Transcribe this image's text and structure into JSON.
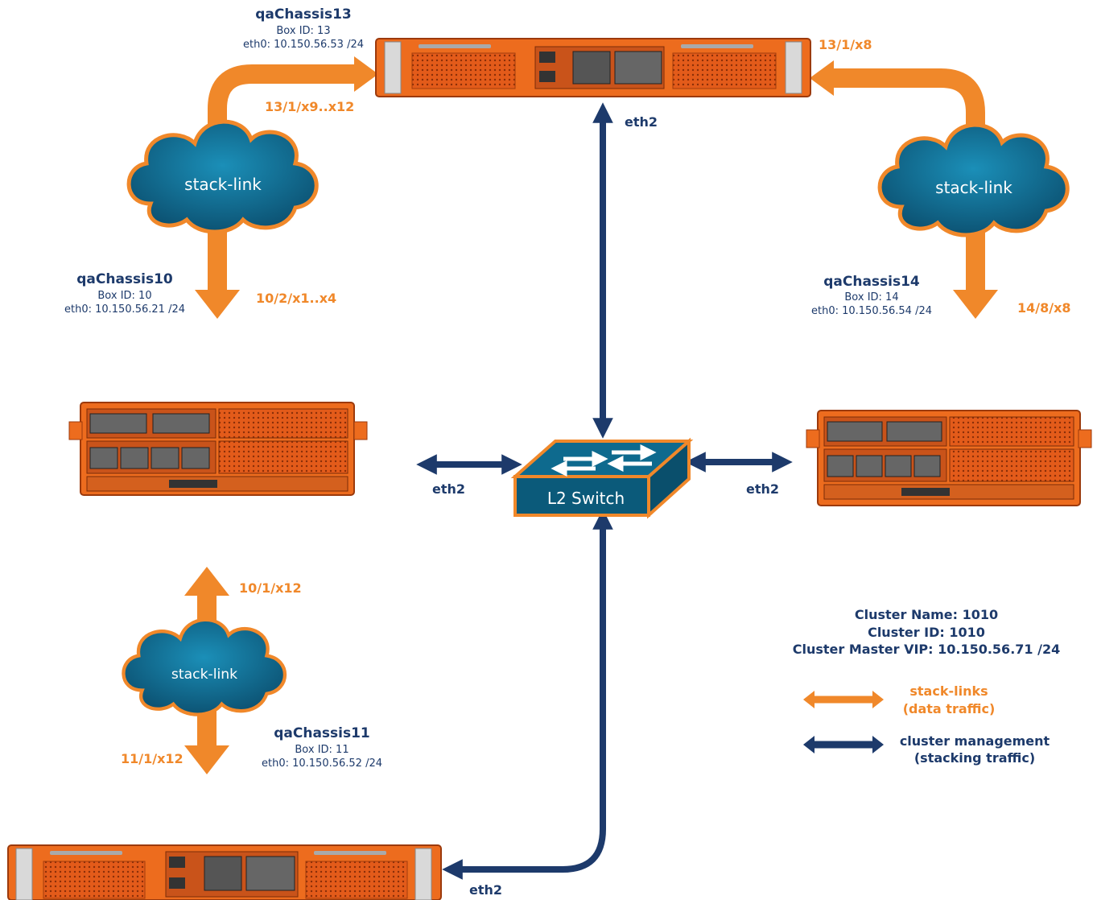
{
  "chassis": {
    "c13": {
      "name": "qaChassis13",
      "box_id": "Box ID: 13",
      "eth0": "eth0: 10.150.56.53 /24"
    },
    "c10": {
      "name": "qaChassis10",
      "box_id": "Box ID: 10",
      "eth0": "eth0: 10.150.56.21 /24"
    },
    "c14": {
      "name": "qaChassis14",
      "box_id": "Box ID: 14",
      "eth0": "eth0: 10.150.56.54 /24"
    },
    "c11": {
      "name": "qaChassis11",
      "box_id": "Box ID: 11",
      "eth0": "eth0: 10.150.56.52 /24"
    }
  },
  "ports": {
    "p13_left": "13/1/x9..x12",
    "p13_right": "13/1/x8",
    "p10_down": "10/2/x1..x4",
    "p14_down": "14/8/x8",
    "p10_up": "10/1/x12",
    "p11_down": "11/1/x12"
  },
  "clouds": {
    "left_top": "stack-link",
    "right_top": "stack-link",
    "left_bottom": "stack-link"
  },
  "links": {
    "eth2_top": "eth2",
    "eth2_left": "eth2",
    "eth2_right": "eth2",
    "eth2_bottom": "eth2"
  },
  "switch": {
    "label": "L2 Switch"
  },
  "cluster": {
    "name": "Cluster Name: 1010",
    "id": "Cluster ID: 1010",
    "vip": "Cluster Master VIP: 10.150.56.71 /24"
  },
  "legend": {
    "stack_line1": "stack-links",
    "stack_line2": "(data traffic)",
    "mgmt_line1": "cluster management",
    "mgmt_line2": "(stacking traffic)"
  },
  "colors": {
    "orange": "#f0882a",
    "navy": "#1d3a6b",
    "cloud": "#0e6a8e"
  }
}
